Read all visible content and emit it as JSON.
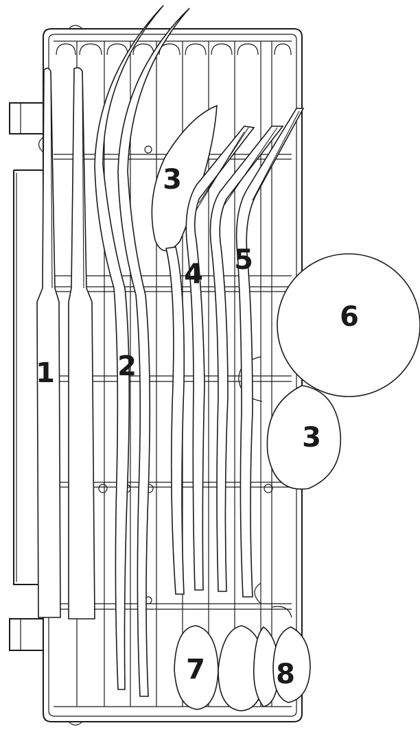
{
  "callouts": [
    {
      "id": "1",
      "label": "1"
    },
    {
      "id": "2",
      "label": "2"
    },
    {
      "id": "3a",
      "label": "3"
    },
    {
      "id": "4",
      "label": "4"
    },
    {
      "id": "5",
      "label": "5"
    },
    {
      "id": "6",
      "label": "6"
    },
    {
      "id": "3b",
      "label": "3"
    },
    {
      "id": "7",
      "label": "7"
    },
    {
      "id": "8",
      "label": "8"
    }
  ]
}
